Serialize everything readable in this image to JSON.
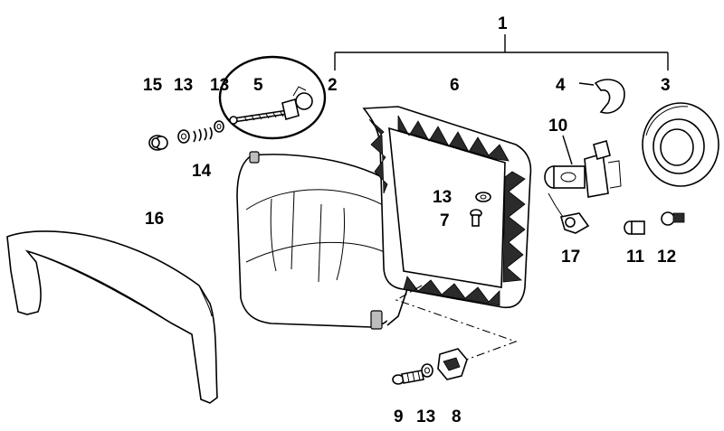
{
  "labels": {
    "l1": "1",
    "l2": "2",
    "l3": "3",
    "l4": "4",
    "l5": "5",
    "l6": "6",
    "l7": "7",
    "l8": "8",
    "l9": "9",
    "l10": "10",
    "l11": "11",
    "l12": "12",
    "l13a": "13",
    "l13b": "13",
    "l13c": "13",
    "l13d": "13",
    "l14": "14",
    "l15": "15",
    "l16": "16",
    "l17": "17"
  }
}
